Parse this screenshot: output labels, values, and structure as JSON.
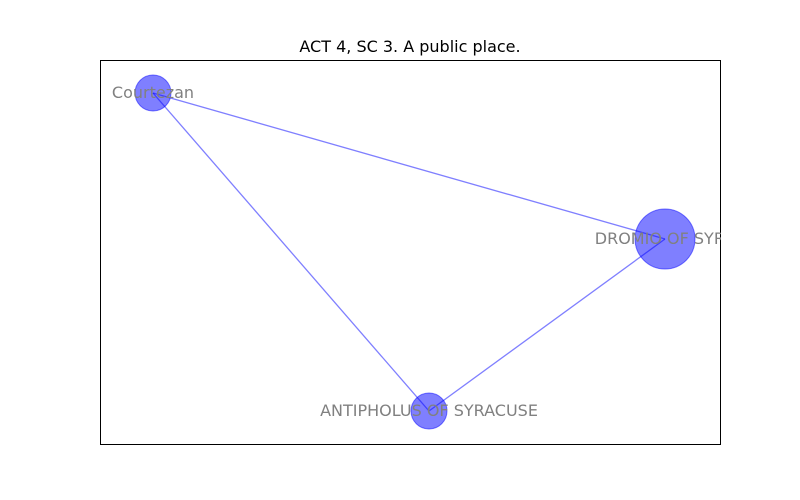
{
  "title": "ACT 4, SC 3. A public place.",
  "colors": {
    "node": "#0000ff",
    "edge": "#0000ff",
    "label": "#808080"
  },
  "nodes": [
    {
      "id": "courtezan",
      "label": "Courtezan"
    },
    {
      "id": "dromio",
      "label": "DROMIO OF SYRA"
    },
    {
      "id": "antipholus",
      "label": "ANTIPHOLUS OF SYRACUSE"
    }
  ],
  "edges": [
    {
      "source": "courtezan",
      "target": "dromio"
    },
    {
      "source": "courtezan",
      "target": "antipholus"
    },
    {
      "source": "antipholus",
      "target": "dromio"
    }
  ]
}
